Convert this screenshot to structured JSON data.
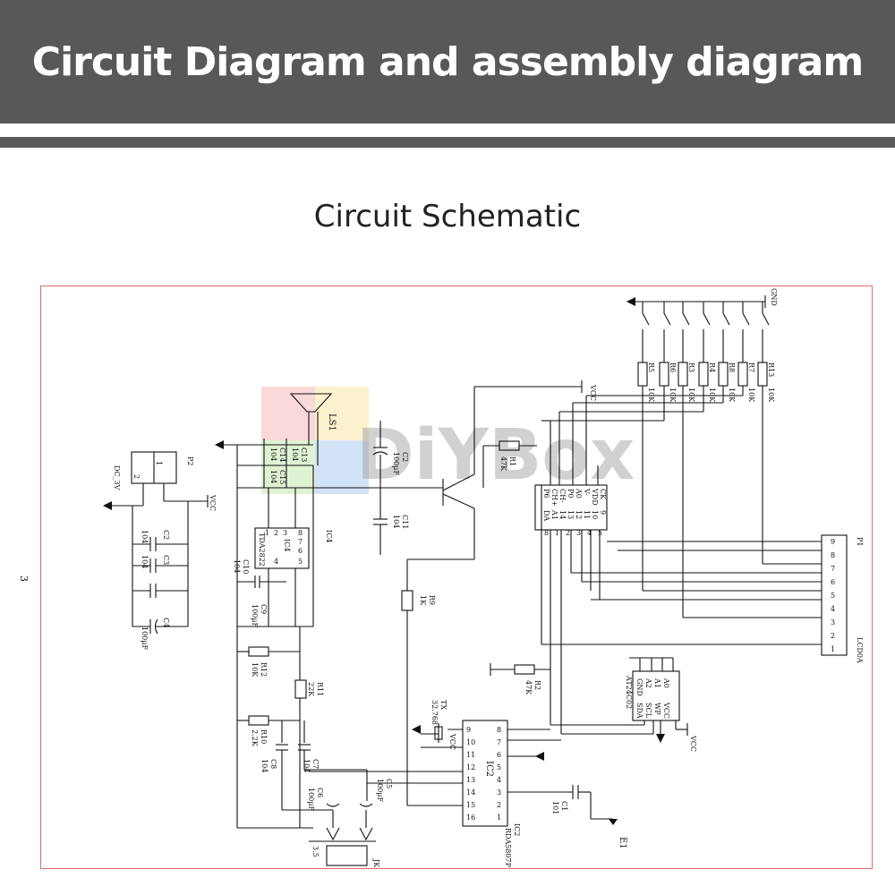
{
  "header": {
    "title": "Circuit Diagram and assembly diagram"
  },
  "section": {
    "title": "Circuit Schematic"
  },
  "page_number": "3",
  "watermark": "DiYBox",
  "labels": {
    "dc": "DC_3V",
    "p2": "P2",
    "p2_1": "1",
    "p2_2": "2",
    "vcc": "VCC",
    "gnd": "GND",
    "c2": "C2",
    "c2v": "104",
    "c3": "C3",
    "c3v": "104",
    "c4": "C4",
    "c4v": "100μF",
    "c14": "C14",
    "c14v": "104",
    "c13": "C13",
    "c13v": "104",
    "c15": "C15",
    "c15v": "104",
    "ls1": "LS1",
    "ic4": "IC4",
    "ic4n": "IC4",
    "tda": "TDA2822",
    "c10": "C10",
    "c10v": "104",
    "c9": "C9",
    "c9v": "100μF",
    "r12": "R12",
    "r12v": "10K",
    "r11": "R11",
    "r11v": "22K",
    "r10": "R10",
    "r10v": "2.2K",
    "c8": "C8",
    "c8v": "104",
    "c7": "C7",
    "c7v": "104",
    "c6": "C6",
    "c6v": "100μF",
    "c5": "C5",
    "c5v": "100μF",
    "jk": "JK",
    "jack": "3.5",
    "c2b": "C2",
    "c2bv": "100μF",
    "c11": "C11",
    "c11v": "104",
    "r1": "R1",
    "r1v": "47K",
    "r9": "R9",
    "r9v": "1K",
    "tx": "TX",
    "txv": "32.768",
    "ic2": "IC2",
    "ic2n": "IC2",
    "rda": "RDA5807P",
    "c1": "C1",
    "c1v": "101",
    "e1": "E1",
    "r2": "R2",
    "r2v": "47K",
    "at": "AT24C02",
    "p1": "P1",
    "lcd": "LCD0A",
    "r5": "R5",
    "r6": "R6",
    "r3": "R3",
    "r4": "R4",
    "r8": "R8",
    "r7": "R7",
    "r13": "R13",
    "rval": "10K"
  },
  "ic2_left_pins": [
    "9",
    "10",
    "11",
    "12",
    "13",
    "14",
    "15",
    "16"
  ],
  "ic2_right_pins": [
    "8",
    "7",
    "6",
    "5",
    "4",
    "3",
    "2",
    "1"
  ],
  "ic4_pins": [
    "1",
    "2",
    "3",
    "4",
    "8",
    "7",
    "6",
    "5"
  ],
  "at_pins": [
    "A0",
    "A1",
    "A2",
    "GND",
    "VCC",
    "WP",
    "SCL",
    "SDA"
  ],
  "mcu_pins": [
    "P6",
    "CH+",
    "CH-",
    "P0",
    "A0",
    "V-",
    "VDD",
    "CK",
    "DA",
    "A1",
    "14",
    "13",
    "12",
    "11",
    "10",
    "9",
    "8",
    "1",
    "2",
    "3",
    "4",
    "5"
  ],
  "p1_pins": [
    "9",
    "8",
    "7",
    "6",
    "5",
    "4",
    "3",
    "2",
    "1"
  ]
}
